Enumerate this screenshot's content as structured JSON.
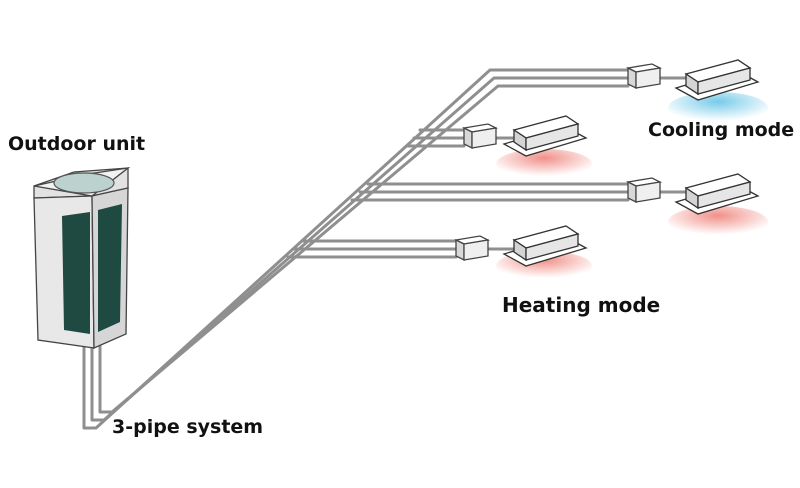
{
  "labels": {
    "outdoor_unit": "Outdoor unit",
    "pipe_system": "3-pipe system",
    "cooling_mode": "Cooling mode",
    "heating_mode": "Heating mode"
  },
  "colors": {
    "pipe": "#8f8f8f",
    "unit_body": "#e8e8e8",
    "unit_panel": "#1f4a42",
    "unit_top": "#bcd2cf",
    "cooling_glow": "#6fc8e8",
    "heating_glow": "#f08a82"
  },
  "indoor_units": [
    {
      "name": "top-right",
      "mode": "cooling"
    },
    {
      "name": "upper-middle",
      "mode": "heating"
    },
    {
      "name": "lower-right",
      "mode": "heating"
    },
    {
      "name": "bottom-middle",
      "mode": "heating"
    }
  ]
}
